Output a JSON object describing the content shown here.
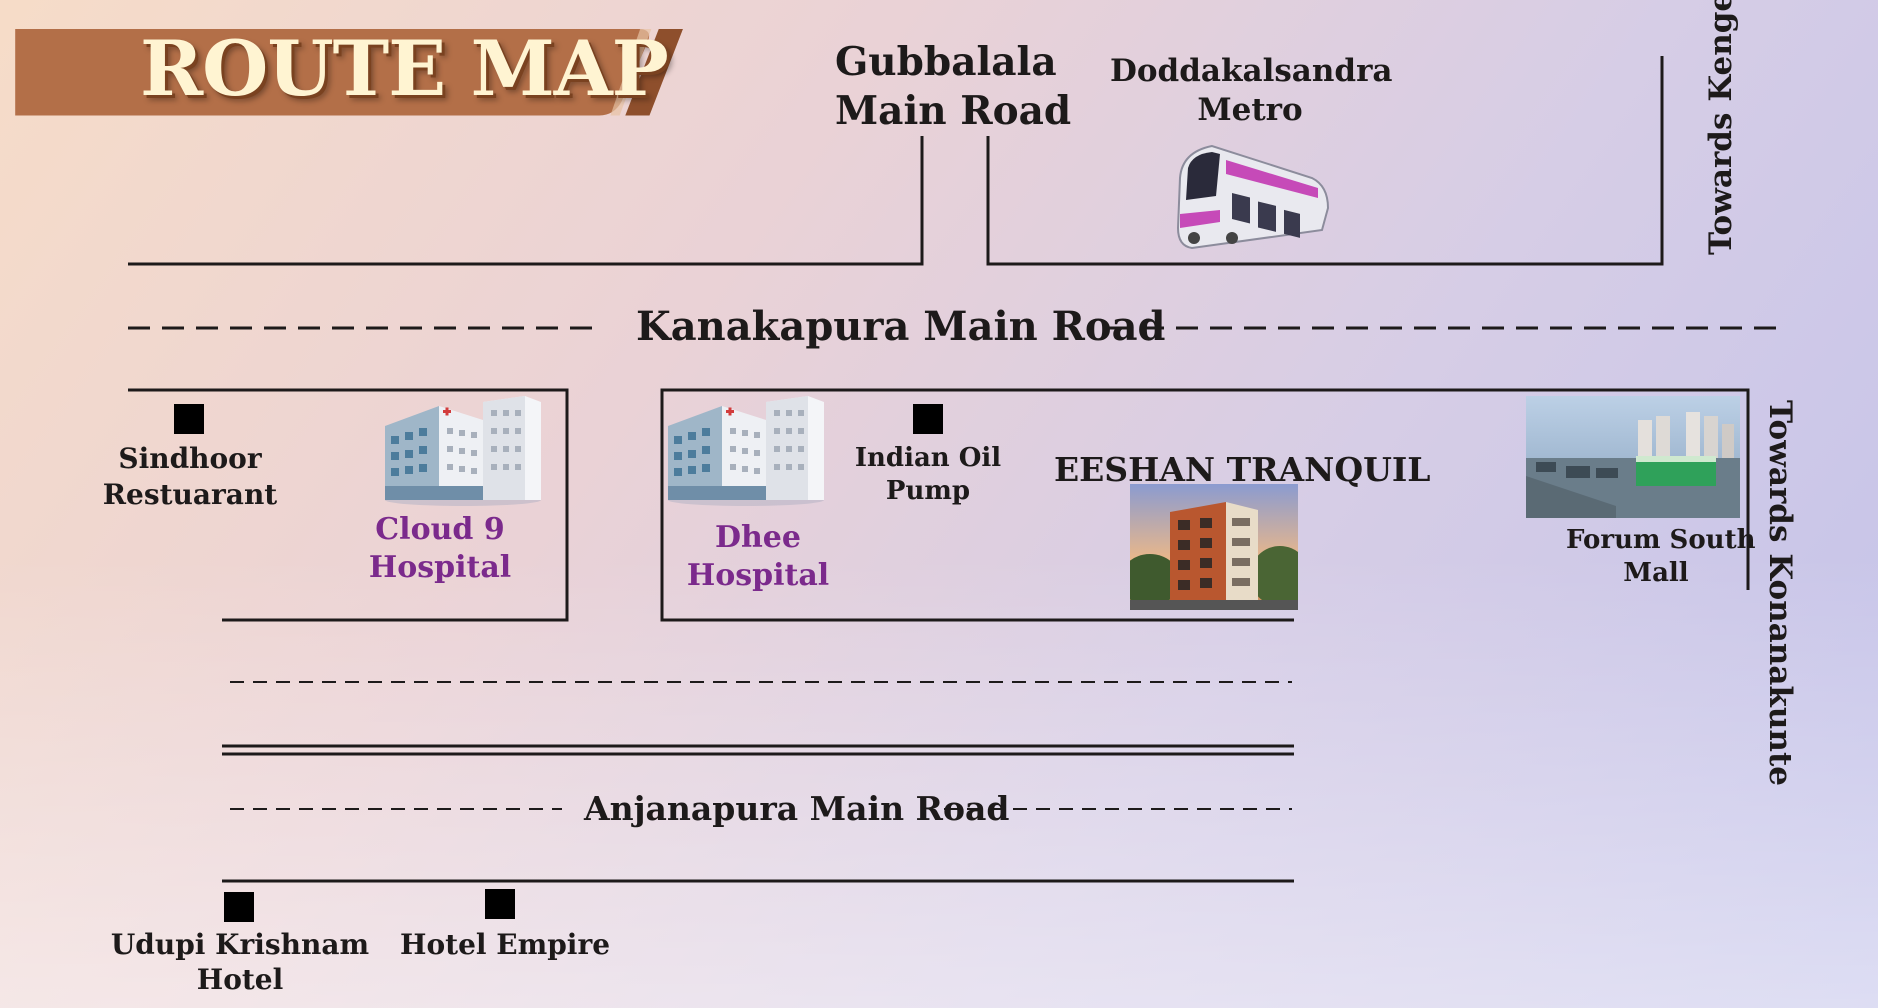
{
  "title": "ROUTE MAP",
  "roads": {
    "gubbalala": "Gubbalala\nMain Road",
    "kanakapura": "Kanakapura Main Road",
    "anjanapura": "Anjanapura Main Road"
  },
  "landmarks": {
    "metro": "Doddakalsandra\nMetro",
    "towards_kengeri": "Towards Kengeri",
    "towards_konanakunte": "Towards Konanakunte",
    "sindhoor": "Sindhoor\nRestuarant",
    "cloud9": "Cloud 9\nHospital",
    "dhee": "Dhee\nHospital",
    "indian_oil": "Indian Oil\nPump",
    "project": "EESHAN TRANQUIL",
    "forum": "Forum South\nMall",
    "udupi": "Udupi Krishnam\nHotel",
    "empire": "Hotel Empire"
  },
  "icons": {
    "hospital": "hospital-building-icon",
    "metro": "metro-train-icon",
    "marker": "square-marker-icon",
    "project": "apartment-building-icon",
    "mall": "mall-aerial-icon"
  },
  "colors": {
    "banner": "#b36f48",
    "hospital_label": "#7b2a8c",
    "metro_accent": "#c64ab8",
    "road_line": "#1d1a1a"
  }
}
